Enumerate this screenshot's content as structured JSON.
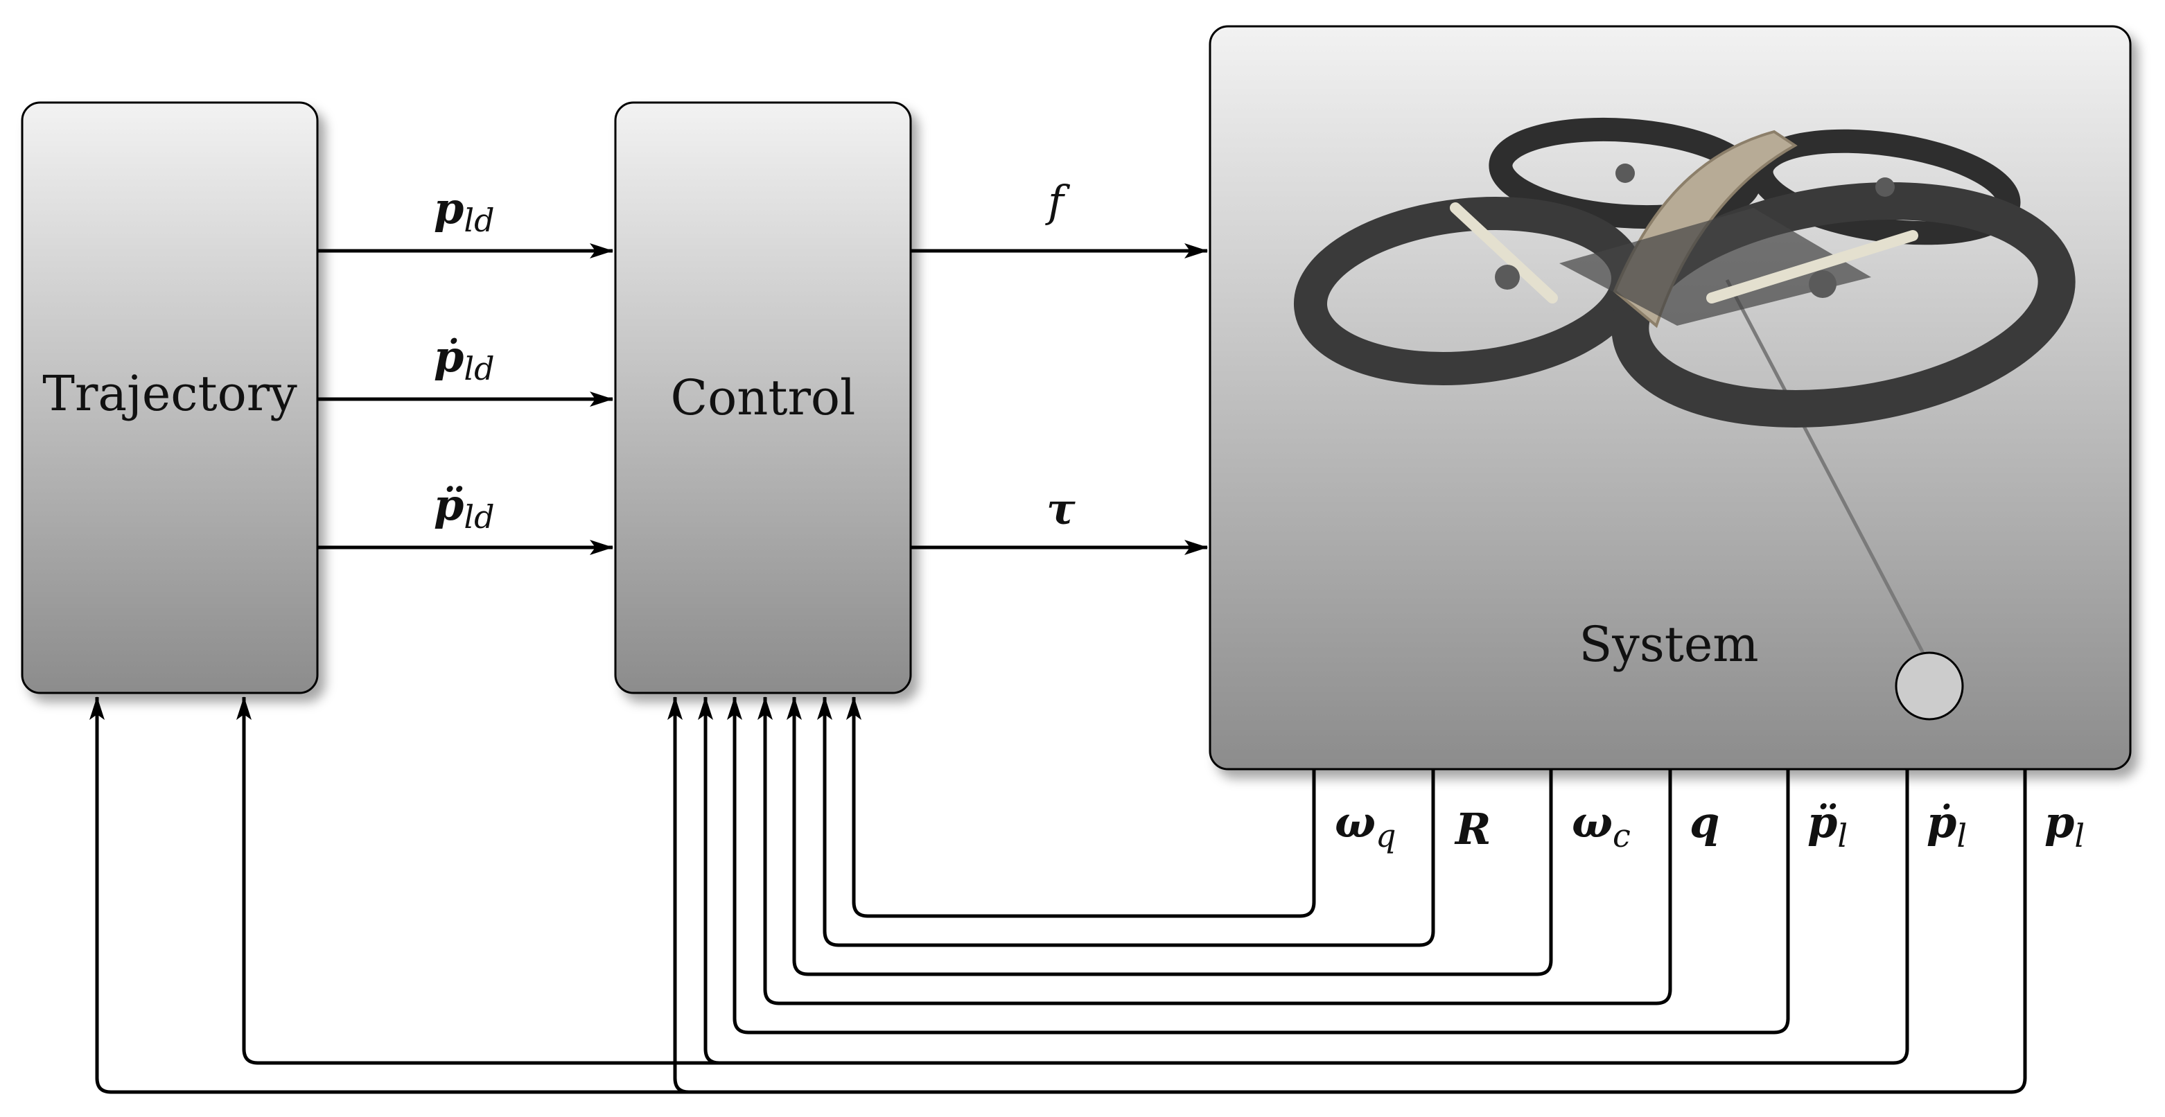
{
  "blocks": {
    "trajectory": "Trajectory",
    "control": "Control",
    "system": "System"
  },
  "signals": {
    "p_ld": {
      "base": "p",
      "sub": "ld"
    },
    "p_ld_dot": {
      "base": "ṗ",
      "sub": "ld"
    },
    "p_ld_ddot": {
      "base": "p̈",
      "sub": "ld"
    },
    "f": {
      "base": "f"
    },
    "tau": {
      "base": "τ"
    },
    "omega_q": {
      "base": "ω",
      "sub": "q"
    },
    "R": {
      "base": "R"
    },
    "omega_c": {
      "base": "ω",
      "sub": "c"
    },
    "q": {
      "base": "q"
    },
    "p_l_ddot": {
      "base": "p̈",
      "sub": "l"
    },
    "p_l_dot": {
      "base": "ṗ",
      "sub": "l"
    },
    "p_l": {
      "base": "p",
      "sub": "l"
    }
  },
  "colors": {
    "block_top": "#f2f2f2",
    "block_bottom": "#8c8c8c",
    "line": "#000000",
    "drone_body": "#3a3a3a",
    "payload": "#cccccc"
  }
}
